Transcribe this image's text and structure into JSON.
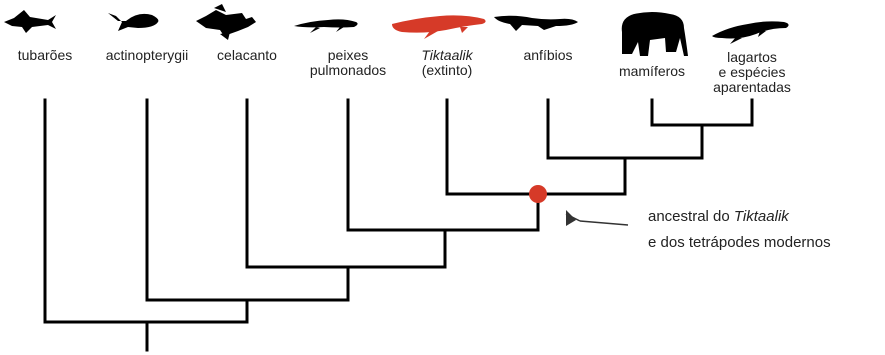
{
  "taxa": [
    {
      "id": "tubaroes",
      "line1": "tubarões",
      "line2": "",
      "line3": "",
      "icon": "shark-icon"
    },
    {
      "id": "actinopterygii",
      "line1": "actinopterygii",
      "line2": "",
      "line3": "",
      "icon": "ray-finned-fish-icon"
    },
    {
      "id": "celacanto",
      "line1": "celacanto",
      "line2": "",
      "line3": "",
      "icon": "coelacanth-icon"
    },
    {
      "id": "peixes-pulmonados",
      "line1": "peixes",
      "line2": "pulmonados",
      "line3": "",
      "icon": "lungfish-icon"
    },
    {
      "id": "tiktaalik",
      "line1": "Tiktaalik",
      "line2": "(extinto)",
      "line3": "",
      "icon": "tiktaalik-icon"
    },
    {
      "id": "anfibios",
      "line1": "anfíbios",
      "line2": "",
      "line3": "",
      "icon": "amphibian-icon"
    },
    {
      "id": "mamiferos",
      "line1": "mamíferos",
      "line2": "",
      "line3": "",
      "icon": "elephant-icon"
    },
    {
      "id": "lagartos",
      "line1": "lagartos",
      "line2": "e espécies",
      "line3": "aparentadas",
      "icon": "lizard-icon"
    }
  ],
  "annotation": {
    "prefix": "ancestral do ",
    "italic": "Tiktaalik",
    "line2": "e dos tetrápodes modernos"
  },
  "colors": {
    "line": "#000000",
    "highlight": "#d63a28",
    "silhouette": "#000000"
  }
}
